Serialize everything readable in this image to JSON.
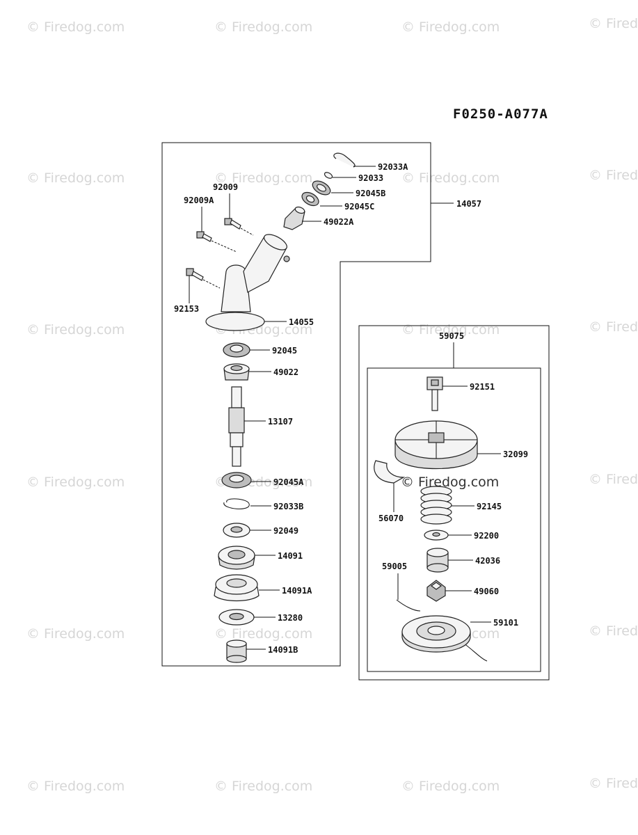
{
  "diagram_code": "F0250-A077A",
  "watermark_text": "© Firedog.com",
  "watermark_partial": "© Fired",
  "left_group": {
    "assembly_label": "14057",
    "parts": {
      "p92033A": "92033A",
      "p92033": "92033",
      "p92045B": "92045B",
      "p92045C": "92045C",
      "p49022A": "49022A",
      "p92009": "92009",
      "p92009A": "92009A",
      "p92153": "92153",
      "p14055": "14055",
      "p92045": "92045",
      "p49022": "49022",
      "p13107": "13107",
      "p92045A": "92045A",
      "p92033B": "92033B",
      "p92049": "92049",
      "p14091": "14091",
      "p14091A": "14091A",
      "p13280": "13280",
      "p14091B": "14091B"
    }
  },
  "right_group": {
    "assembly_label": "59075",
    "parts": {
      "p92151": "92151",
      "p32099": "32099",
      "p56070": "56070",
      "p92145": "92145",
      "p92200": "92200",
      "p42036": "42036",
      "p59005": "59005",
      "p49060": "49060",
      "p59101": "59101"
    }
  },
  "colors": {
    "line": "#111111",
    "watermark": "#d6d6d6",
    "background": "#ffffff"
  }
}
